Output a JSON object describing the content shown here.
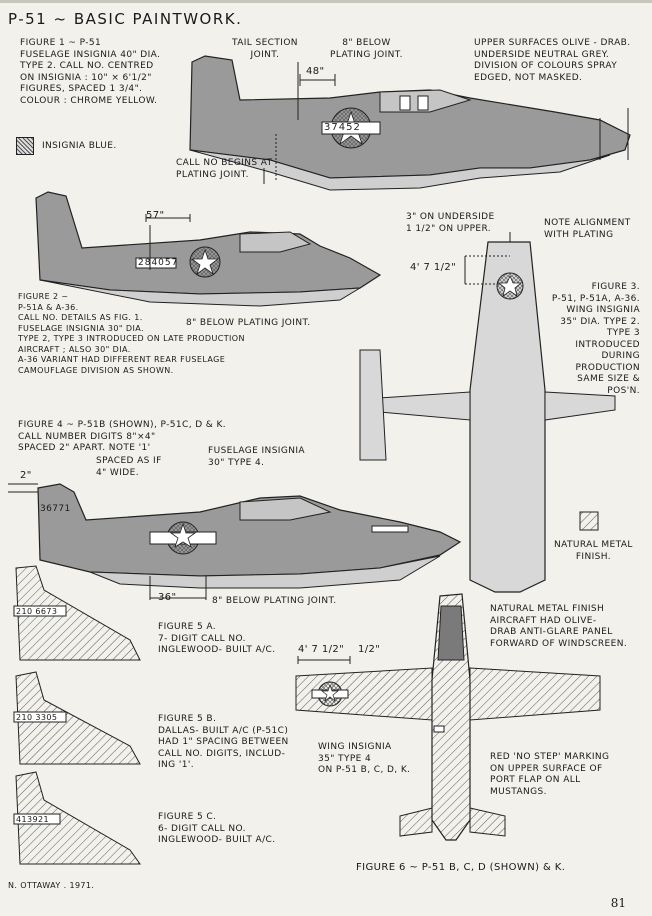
{
  "page": {
    "title": "P-51 ~ BASIC PAINTWORK.",
    "page_number": "81",
    "credit": "N. OTTAWAY . 1971."
  },
  "figure1": {
    "caption": "FIGURE 1 ~ P-51\nFUSELAGE INSIGNIA 40\" DIA.\nTYPE 2.   CALL No. CENTRED\nON INSIGNIA : 10\" × 6'1/2\"\nFIGURES, SPACED 1 3/4\".\nCOLOUR : CHROME YELLOW.",
    "legend_blue": "INSIGNIA BLUE.",
    "tail_section": "TAIL SECTION\nJOINT.",
    "below_plating": "8\" BELOW\nPLATING JOINT.",
    "dim_48": "48\"",
    "call_no": "37452",
    "call_begins": "CALL No BEGINS AT\nPLATING JOINT.",
    "upper_surfaces": "UPPER SURFACES OLIVE - DRAB.\nUNDERSIDE NEUTRAL GREY.\nDIVISION OF COLOURS SPRAY\nEDGED, NOT MASKED."
  },
  "figure2": {
    "dim_57": "57\"",
    "call_no": "284057",
    "caption": "FIGURE 2 ~\nP-51A & A-36.\nCALL No. DETAILS AS FIG. 1.\nFUSELAGE INSIGNIA 30\" DIA.\nTYPE 2, TYPE 3 INTRODUCED ON LATE PRODUCTION\nAIRCRAFT ; ALSO 30\" DIA.\nA-36 VARIANT HAD DIFFERENT REAR FUSELAGE\nCAMOUFLAGE DIVISION AS SHOWN.",
    "below_plating": "8\" BELOW PLATING JOINT."
  },
  "figure3": {
    "underside_note": "3\" ON UNDERSIDE\n1 1/2\" ON UPPER.",
    "alignment_note": "NOTE ALIGNMENT\nWITH PLATING",
    "dim_4ft": "4' 7 1/2\"",
    "caption": "FIGURE 3.\nP-51, P-51A, A-36.\nWING INSIGNIA\n35\" DIA. TYPE 2.\nTYPE 3 INTRODUCED\nDURING PRODUCTION\nSAME SIZE & POS'N."
  },
  "figure4": {
    "caption": "FIGURE 4 ~ P-51B (SHOWN), P-51C, D & K.\nCALL NUMBER DIGITS 8\"×4\"\nSPACED 2\" APART. NOTE '1'",
    "spaced_as_if": "SPACED AS IF\n4\" WIDE.",
    "fuselage_insignia": "FUSELAGE INSIGNIA\n30\"  TYPE 4.",
    "dim_2": "2\"",
    "call_no": "36771",
    "dim_36": "36\"",
    "below_plating": "8\" BELOW PLATING JOINT."
  },
  "natural_metal": {
    "label": "NATURAL METAL\nFINISH."
  },
  "figure5a": {
    "call_no": "210 6673",
    "caption": "FIGURE 5 a.\n7- DIGIT CALL No.\nINGLEWOOD- BUILT A/C."
  },
  "figure5b": {
    "call_no": "210 3305",
    "caption": "FIGURE 5 b.\nDALLAS- BUILT A/C (P-51C)\nHAD 1\" SPACING BETWEEN\nCALL No. DIGITS, INCLUD-\nING '1'."
  },
  "figure5c": {
    "call_no": "413921",
    "caption": "FIGURE 5 c.\n6- DIGIT CALL No.\nINGLEWOOD- BUILT A/C."
  },
  "figure6": {
    "natural_metal_note": "NATURAL METAL FINISH\nAIRCRAFT HAD OLIVE-\nDRAB ANTI-GLARE PANEL\nFORWARD OF WINDSCREEN.",
    "dim_4ft": "4' 7 1/2\"",
    "dim_half": "1/2\"",
    "wing_insignia": "WING INSIGNIA\n35\" TYPE 4\nON P-51 B, C, D, K.",
    "no_step": "RED 'NO STEP' MARKING\nON UPPER SURFACE OF\nPORT FLAP ON ALL\nMUSTANGS.",
    "caption": "FIGURE 6 ~      P-51 B, C, D (SHOWN) & K."
  },
  "colors": {
    "olive_drab": "#8f8f8f",
    "neutral_grey": "#c9c9c9",
    "insignia_blue": "#6d6d6d",
    "ink": "#1a1a1a",
    "paper": "#f3f1ec"
  }
}
